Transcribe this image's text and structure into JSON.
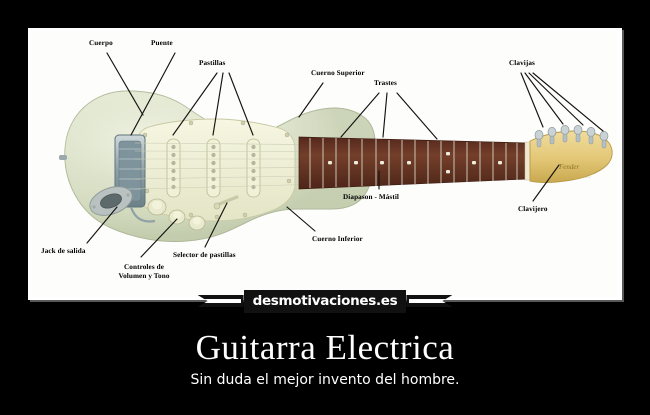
{
  "poster": {
    "title": "Guitarra Electrica",
    "subtitle": "Sin duda el mejor invento del hombre.",
    "watermark": "desmotivaciones.es",
    "background_color": "#000000",
    "frame_color": "#ffffff",
    "image_background": "#fdfdfb"
  },
  "diagram": {
    "subject": "Guitarra eléctrica tipo Stratocaster",
    "colors": {
      "body": "#dfe4cf",
      "body_edge": "#b9c3a4",
      "pickguard": "#eff0d8",
      "fretboard": "#6b3a28",
      "neck_maple": "#e6c979",
      "headstock": "#e8cf86",
      "hardware": "#9aa9ad",
      "bridge": "#7d9198",
      "leader_line": "#12100e",
      "label_text": "#000000"
    },
    "labels": [
      {
        "id": "cuerpo",
        "text": "Cuerpo"
      },
      {
        "id": "puente",
        "text": "Puente"
      },
      {
        "id": "pastillas",
        "text": "Pastillas"
      },
      {
        "id": "cuerno-superior",
        "text": "Cuerno Superior"
      },
      {
        "id": "trastes",
        "text": "Trastes"
      },
      {
        "id": "clavijas",
        "text": "Clavijas"
      },
      {
        "id": "clavijero",
        "text": "Clavijero"
      },
      {
        "id": "diapason-mastil",
        "text": "Diapason - Mástil"
      },
      {
        "id": "cuerno-inferior",
        "text": "Cuerno Inferior"
      },
      {
        "id": "selector-pastillas",
        "text": "Selector de pastillas"
      },
      {
        "id": "controles",
        "text": "Controles de"
      },
      {
        "id": "controles2",
        "text": "Volumen y Tono"
      },
      {
        "id": "jack-salida",
        "text": "Jack de salida"
      }
    ],
    "parts": {
      "pickup_count": 3,
      "tuner_count": 6,
      "knob_count": 3,
      "fret_dot_positions": [
        3,
        5,
        7,
        9,
        12,
        15,
        17,
        19
      ]
    }
  }
}
